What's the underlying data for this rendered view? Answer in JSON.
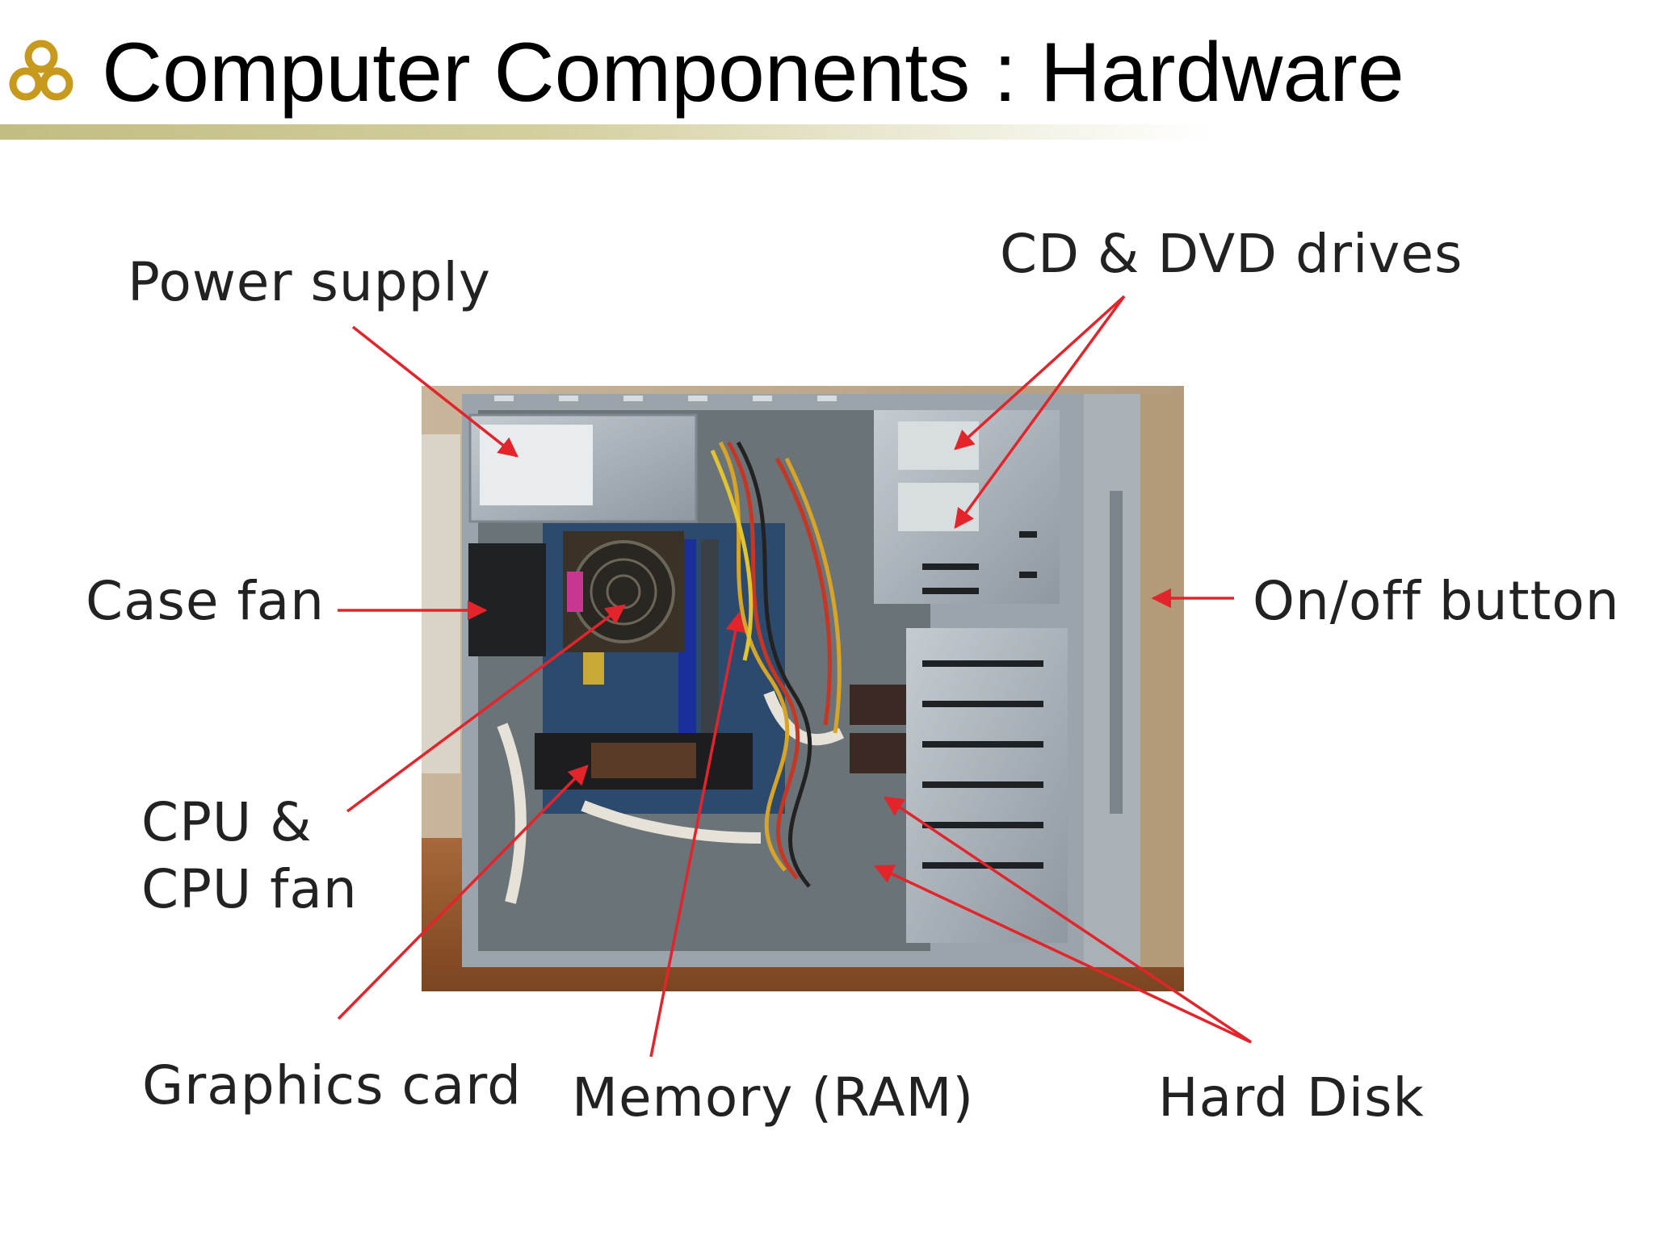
{
  "slide": {
    "title": "Computer Components : Hardware",
    "accent_color": "#c79a1e",
    "icon": "three-rings-bullet-icon"
  },
  "diagram": {
    "photo": "open-pc-tower-icon",
    "arrow_color": "#e3242b",
    "labels": {
      "power_supply": "Power supply",
      "cd_dvd_drives": "CD & DVD drives",
      "case_fan": "Case fan",
      "on_off_button": "On/off button",
      "cpu_line1": "CPU &",
      "cpu_line2": "CPU fan",
      "graphics_card": "Graphics card",
      "memory": "Memory (RAM)",
      "hard_disk": "Hard Disk"
    }
  }
}
